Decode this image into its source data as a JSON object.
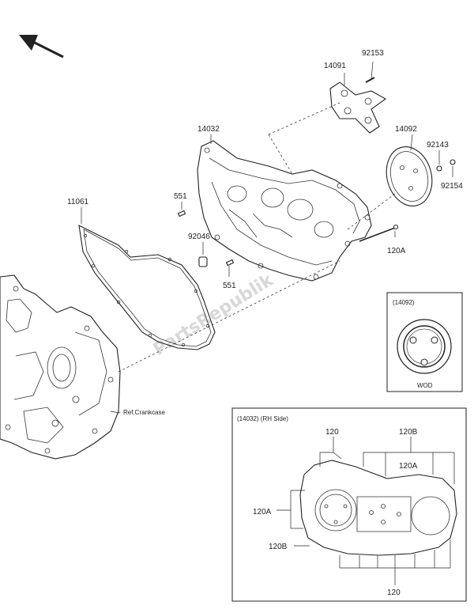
{
  "watermark": "PartsRepublik",
  "main": {
    "labels": {
      "p92153": "92153",
      "p14091": "14091",
      "p14032": "14032",
      "p14092": "14092",
      "p92143": "92143",
      "p92154": "92154",
      "p551a": "551",
      "p11061": "11061",
      "p92046": "92046",
      "p551b": "551",
      "p120A": "120A",
      "ref_crankcase": "Ref.Crankcase"
    }
  },
  "inset_wod": {
    "title": "(14092)",
    "caption": "WOD"
  },
  "inset_rh": {
    "title": "(14032)  (RH Side)",
    "labels": {
      "top_120": "120",
      "top_120B": "120B",
      "mid_120A": "120A",
      "left_120A": "120A",
      "left_120B": "120B",
      "bottom_120": "120"
    }
  },
  "icons": {
    "direction": "front-arrow-icon"
  }
}
